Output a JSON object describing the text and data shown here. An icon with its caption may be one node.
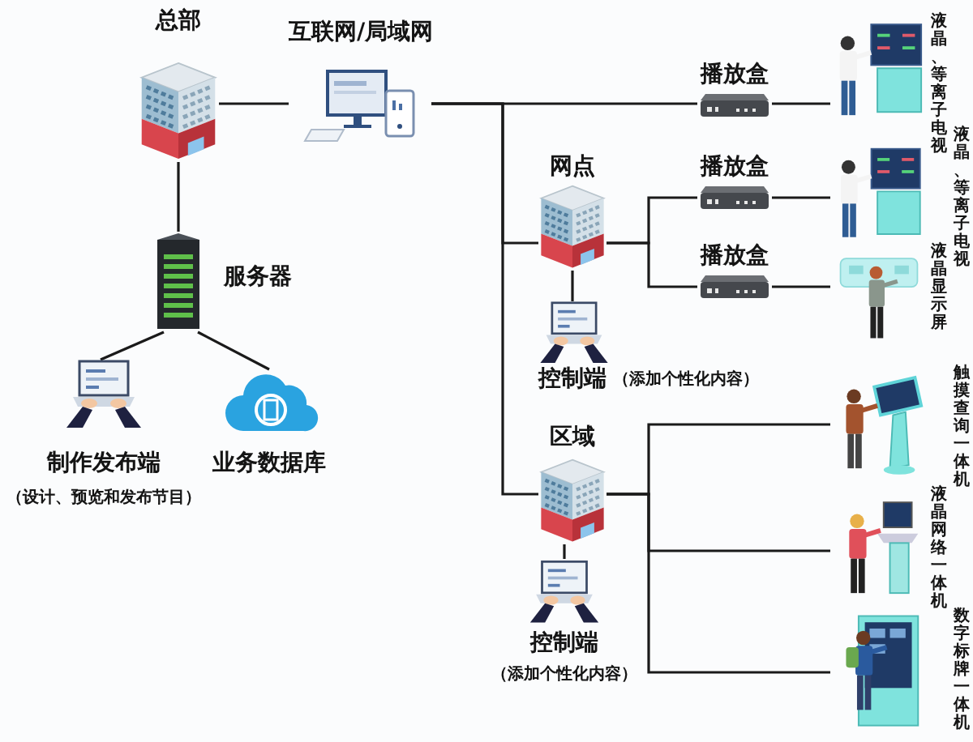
{
  "diagram": {
    "nodes": [
      {
        "text": [
          "总部"
        ]
      },
      {
        "text": [
          "互联网/局域网"
        ]
      },
      {
        "text": [
          "服务器"
        ]
      },
      {
        "text": [
          "制作发布端",
          "（设计、预览和发布节目）"
        ]
      },
      {
        "text": [
          "业务数据库"
        ]
      },
      {
        "text": [
          "网点"
        ]
      },
      {
        "text": [
          "控制端",
          "（添加个性化内容）"
        ]
      },
      {
        "text": [
          "区域"
        ]
      },
      {
        "text": [
          "控制端",
          "（添加个性化内容）"
        ]
      },
      {
        "text": [
          "播放盒"
        ]
      },
      {
        "text": [
          "播放盒"
        ]
      },
      {
        "text": [
          "播放盒"
        ]
      },
      {
        "text": [
          "液晶、等离子电视"
        ]
      },
      {
        "text": [
          "液晶、等离子电视"
        ]
      },
      {
        "text": [
          "液晶显示屏"
        ]
      },
      {
        "text": [
          "触摸查询一体机"
        ]
      },
      {
        "text": [
          "液晶网络一体机"
        ]
      },
      {
        "text": [
          "数字标牌一体机"
        ]
      }
    ],
    "edges": [
      {
        "from": 0,
        "to": 1,
        "arrow": "none"
      },
      {
        "from": 0,
        "to": 2,
        "arrow": "none"
      },
      {
        "from": 2,
        "to": 3,
        "arrow": "none"
      },
      {
        "from": 2,
        "to": 4,
        "arrow": "none"
      },
      {
        "from": 1,
        "to": 9,
        "arrow": "none"
      },
      {
        "from": 1,
        "to": 5,
        "arrow": "none"
      },
      {
        "from": 1,
        "to": 7,
        "arrow": "none"
      },
      {
        "from": 5,
        "to": 6,
        "arrow": "none"
      },
      {
        "from": 5,
        "to": 10,
        "arrow": "none"
      },
      {
        "from": 5,
        "to": 11,
        "arrow": "none"
      },
      {
        "from": 7,
        "to": 8,
        "arrow": "none"
      },
      {
        "from": 7,
        "to": 15,
        "arrow": "none"
      },
      {
        "from": 7,
        "to": 16,
        "arrow": "none"
      },
      {
        "from": 7,
        "to": 17,
        "arrow": "none"
      },
      {
        "from": 9,
        "to": 12,
        "arrow": "none"
      },
      {
        "from": 10,
        "to": 13,
        "arrow": "none"
      },
      {
        "from": 11,
        "to": 14,
        "arrow": "none"
      }
    ]
  }
}
